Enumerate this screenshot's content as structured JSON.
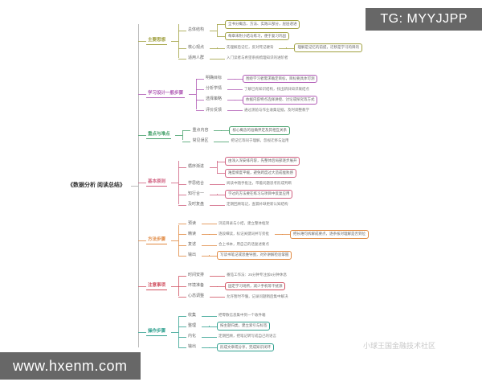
{
  "watermarks": {
    "tg": "TG: MYYJJPP",
    "site": "www.hxenm.com",
    "corner": "小球王国金融技术社区"
  },
  "mindmap": {
    "root": "《数据分析 阅读总结》",
    "trunk_color": "#aaaaaa",
    "branches": [
      {
        "label": "主要思想",
        "color": "#a0a040",
        "children": [
          {
            "label": "总体结构",
            "children": [
              {
                "label": "全书分概念、方法、实践三部分，层层递进",
                "boxed": true
              },
              {
                "label": "每章末附小结与练习，便于复习巩固",
                "boxed": true
              }
            ]
          },
          {
            "label": "核心观点",
            "children": [
              {
                "label": "先理解后记忆，反对死记硬背",
                "children": [
                  {
                    "label": "理解是记忆的前提，迁移是学习的目的",
                    "boxed": true
                  }
                ]
              }
            ]
          },
          {
            "label": "适用人群",
            "children": [
              {
                "label": "入门读者与希望系统梳理知识的进阶者"
              }
            ]
          }
        ]
      },
      {
        "label": "学习设计一般步骤",
        "color": "#b05bb5",
        "children": [
          {
            "label": "明确目标",
            "children": [
              {
                "label": "围绕学习者需求确定目标，目标要具体可测",
                "boxed": true
              }
            ]
          },
          {
            "label": "分析学情",
            "children": [
              {
                "label": "了解已有知识结构，找出新旧知识联结点"
              }
            ]
          },
          {
            "label": "选择策略",
            "children": [
              {
                "label": "依据内容特点选择讲授、讨论或探究等方式",
                "boxed": true
              }
            ]
          },
          {
            "label": "评价反馈",
            "children": [
              {
                "label": "通过测验与作业收集证据，及时调整教学"
              }
            ]
          }
        ]
      },
      {
        "label": "重点与难点",
        "color": "#45a06a",
        "children": [
          {
            "label": "重点内容",
            "children": [
              {
                "label": "核心概念的准确界定及其相互关系",
                "boxed": true
              }
            ]
          },
          {
            "label": "常见误区",
            "children": [
              {
                "label": "把记忆等同于理解，忽视迁移与运用"
              }
            ]
          }
        ]
      },
      {
        "label": "基本原则",
        "color": "#d06080",
        "children": [
          {
            "label": "循序渐进",
            "children": [
              {
                "label": "由浅入深安排内容，先整体后局部逐步展开",
                "boxed": true
              },
              {
                "label": "难度梯度平缓，避免跨度过大造成挫败感",
                "boxed": true
              }
            ]
          },
          {
            "label": "学思结合",
            "children": [
              {
                "label": "阅读中随手批注，带着问题思考形成判断"
              }
            ]
          },
          {
            "label": "知行合一",
            "children": [
              {
                "label": "学过的方法要在练习与项目中反复应用",
                "boxed": true
              }
            ]
          },
          {
            "label": "及时复盘",
            "children": [
              {
                "label": "定期回顾笔记，查漏补缺更新认知结构"
              }
            ]
          }
        ]
      },
      {
        "label": "方法步骤",
        "color": "#e08840",
        "children": [
          {
            "label": "预读",
            "children": [
              {
                "label": "浏览目录与小结，建立整体框架"
              }
            ]
          },
          {
            "label": "精读",
            "children": [
              {
                "label": "逐段细读，标记关键词并写旁批",
                "children": [
                  {
                    "label": "把长难句拆解成要点，逐条核对理解是否到位",
                    "boxed": true
                  }
                ]
              }
            ]
          },
          {
            "label": "复述",
            "children": [
              {
                "label": "合上书本，用自己的话复述要点"
              }
            ]
          },
          {
            "label": "输出",
            "children": [
              {
                "label": "写读书笔记或思维导图，对外讲解检验掌握",
                "boxed": true
              }
            ]
          }
        ]
      },
      {
        "label": "注意事项",
        "color": "#d05060",
        "children": [
          {
            "label": "时间安排",
            "children": [
              {
                "label": "番茄工作法：25分钟专注加5分钟休息"
              }
            ]
          },
          {
            "label": "环境准备",
            "children": [
              {
                "label": "固定学习场所，减少手机等干扰源",
                "boxed": true
              }
            ]
          },
          {
            "label": "心态调整",
            "children": [
              {
                "label": "允许暂时不懂，记录问题稍后集中解决"
              }
            ]
          }
        ]
      },
      {
        "label": "操作步骤",
        "color": "#2fa08f",
        "children": [
          {
            "label": "收集",
            "children": [
              {
                "label": "把零散信息集中到一个收件箱"
              }
            ]
          },
          {
            "label": "整理",
            "children": [
              {
                "label": "按主题归类，建立索引与标签",
                "boxed": true
              }
            ]
          },
          {
            "label": "内化",
            "children": [
              {
                "label": "定期回顾，把笔记转写成自己的语言"
              }
            ]
          },
          {
            "label": "输出",
            "children": [
              {
                "label": "形成文章或分享，完成知识闭环",
                "boxed": true
              }
            ]
          }
        ]
      }
    ]
  }
}
